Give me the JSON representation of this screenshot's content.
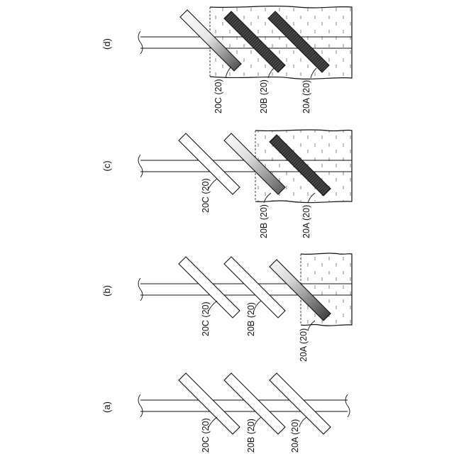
{
  "panels": [
    {
      "id": "d",
      "label": "(d)",
      "labels": [
        "20C (20)",
        "20B (20)",
        "20A (20)"
      ]
    },
    {
      "id": "c",
      "label": "(c)",
      "labels": [
        "20C (20)",
        "20B (20)",
        "20A (20)"
      ]
    },
    {
      "id": "b",
      "label": "(b)",
      "labels": [
        "20C (20)",
        "20B (20)",
        "20A (20)"
      ]
    },
    {
      "id": "a",
      "label": "(a)",
      "labels": [
        "20C (20)",
        "20B (20)",
        "20A (20)"
      ]
    }
  ],
  "colors": {
    "line": "#111111",
    "background": "#ffffff",
    "dark_plate": "#3a3a3a",
    "liquid_dash": "#555555"
  }
}
